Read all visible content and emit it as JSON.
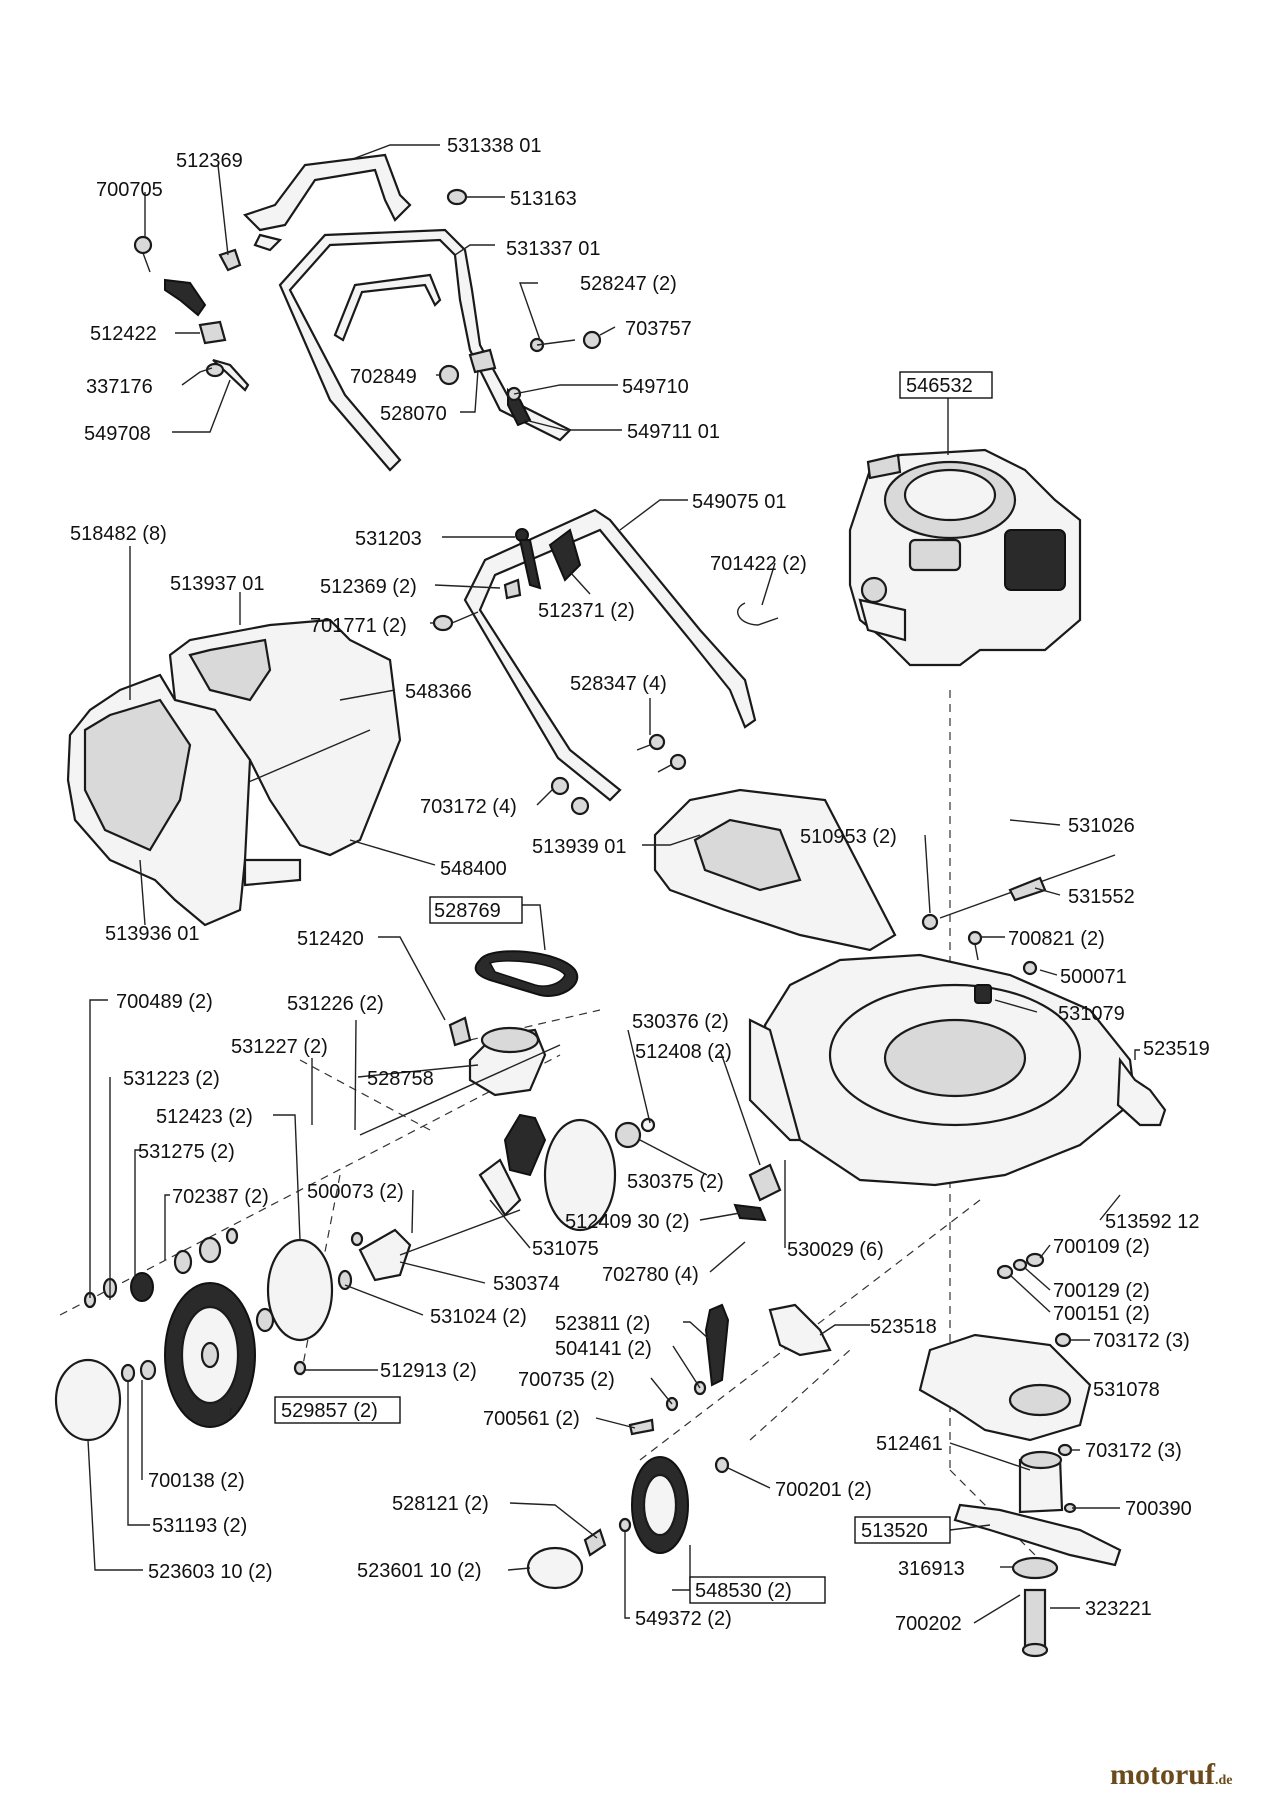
{
  "watermark": {
    "text": "motoruf",
    "suffix": ".de"
  },
  "labels": [
    {
      "id": "l01",
      "text": "531338 01"
    },
    {
      "id": "l02",
      "text": "512369"
    },
    {
      "id": "l03",
      "text": "700705"
    },
    {
      "id": "l04",
      "text": "513163"
    },
    {
      "id": "l05",
      "text": "531337 01"
    },
    {
      "id": "l06",
      "text": "528247 (2)"
    },
    {
      "id": "l07",
      "text": "512422"
    },
    {
      "id": "l08",
      "text": "703757"
    },
    {
      "id": "l09",
      "text": "337176"
    },
    {
      "id": "l10",
      "text": "702849"
    },
    {
      "id": "l11",
      "text": "549710"
    },
    {
      "id": "l12",
      "text": "528070"
    },
    {
      "id": "l13",
      "text": "549708"
    },
    {
      "id": "l14",
      "text": "549711 01"
    },
    {
      "id": "l15",
      "text": "546532"
    },
    {
      "id": "l16",
      "text": "549075 01"
    },
    {
      "id": "l17",
      "text": "518482 (8)"
    },
    {
      "id": "l18",
      "text": "531203"
    },
    {
      "id": "l19",
      "text": "701422 (2)"
    },
    {
      "id": "l20",
      "text": "513937 01"
    },
    {
      "id": "l21",
      "text": "512369 (2)"
    },
    {
      "id": "l22",
      "text": "512371 (2)"
    },
    {
      "id": "l23",
      "text": "701771 (2)"
    },
    {
      "id": "l24",
      "text": "548366"
    },
    {
      "id": "l25",
      "text": "528347 (4)"
    },
    {
      "id": "l26",
      "text": "703172 (4)"
    },
    {
      "id": "l27",
      "text": "531026"
    },
    {
      "id": "l28",
      "text": "510953 (2)"
    },
    {
      "id": "l29",
      "text": "513939 01"
    },
    {
      "id": "l30",
      "text": "548400"
    },
    {
      "id": "l31",
      "text": "531552"
    },
    {
      "id": "l32",
      "text": "528769"
    },
    {
      "id": "l33",
      "text": "513936 01"
    },
    {
      "id": "l34",
      "text": "700821 (2)"
    },
    {
      "id": "l35",
      "text": "512420"
    },
    {
      "id": "l36",
      "text": "500071"
    },
    {
      "id": "l37",
      "text": "700489 (2)"
    },
    {
      "id": "l38",
      "text": "531226 (2)"
    },
    {
      "id": "l39",
      "text": "531079"
    },
    {
      "id": "l40",
      "text": "530376 (2)"
    },
    {
      "id": "l41",
      "text": "531227 (2)"
    },
    {
      "id": "l42",
      "text": "512408 (2)"
    },
    {
      "id": "l43",
      "text": "523519"
    },
    {
      "id": "l44",
      "text": "531223 (2)"
    },
    {
      "id": "l45",
      "text": "528758"
    },
    {
      "id": "l46",
      "text": "512423 (2)"
    },
    {
      "id": "l47",
      "text": "531275 (2)"
    },
    {
      "id": "l48",
      "text": "530375 (2)"
    },
    {
      "id": "l49",
      "text": "500073 (2)"
    },
    {
      "id": "l50",
      "text": "702387 (2)"
    },
    {
      "id": "l51",
      "text": "512409 30 (2)"
    },
    {
      "id": "l52",
      "text": "513592 12"
    },
    {
      "id": "l53",
      "text": "531075"
    },
    {
      "id": "l54",
      "text": "530029 (6)"
    },
    {
      "id": "l55",
      "text": "700109 (2)"
    },
    {
      "id": "l56",
      "text": "530374"
    },
    {
      "id": "l57",
      "text": "702780 (4)"
    },
    {
      "id": "l58",
      "text": "700129 (2)"
    },
    {
      "id": "l59",
      "text": "531024 (2)"
    },
    {
      "id": "l60",
      "text": "700151 (2)"
    },
    {
      "id": "l61",
      "text": "523811 (2)"
    },
    {
      "id": "l62",
      "text": "523518"
    },
    {
      "id": "l63",
      "text": "504141 (2)"
    },
    {
      "id": "l64",
      "text": "703172 (3)"
    },
    {
      "id": "l65",
      "text": "512913 (2)"
    },
    {
      "id": "l66",
      "text": "700735 (2)"
    },
    {
      "id": "l67",
      "text": "531078"
    },
    {
      "id": "l68",
      "text": "529857 (2)"
    },
    {
      "id": "l69",
      "text": "700561 (2)"
    },
    {
      "id": "l70",
      "text": "512461"
    },
    {
      "id": "l71",
      "text": "703172 (3)"
    },
    {
      "id": "l72",
      "text": "700138 (2)"
    },
    {
      "id": "l73",
      "text": "700201 (2)"
    },
    {
      "id": "l74",
      "text": "528121 (2)"
    },
    {
      "id": "l75",
      "text": "700390"
    },
    {
      "id": "l76",
      "text": "531193 (2)"
    },
    {
      "id": "l77",
      "text": "513520"
    },
    {
      "id": "l78",
      "text": "316913"
    },
    {
      "id": "l79",
      "text": "523603 10 (2)"
    },
    {
      "id": "l80",
      "text": "523601 10 (2)"
    },
    {
      "id": "l81",
      "text": "548530 (2)"
    },
    {
      "id": "l82",
      "text": "323221"
    },
    {
      "id": "l83",
      "text": "700202"
    },
    {
      "id": "l84",
      "text": "549372 (2)"
    }
  ]
}
